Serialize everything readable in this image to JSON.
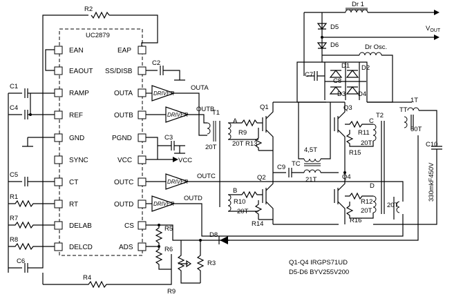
{
  "ic": {
    "name": "UC2879",
    "left_pins": [
      "EAN",
      "EAOUT",
      "RAMP",
      "REF",
      "GND",
      "SYNC",
      "CT",
      "RT",
      "DELAB",
      "DELCD"
    ],
    "right_pins": [
      "EAP",
      "SS/DISB",
      "OUTA",
      "OUTB",
      "PGND",
      "VCC",
      "OUTC",
      "OUTD",
      "CS",
      "ADS"
    ]
  },
  "drivers": {
    "label": "DRIVER",
    "outputs": [
      "OUTA",
      "OUTB",
      "OUTC",
      "OUTD"
    ]
  },
  "components": {
    "R2": "R2",
    "C1": "C1",
    "C4": "C4",
    "C5": "C5",
    "R1": "R1",
    "R7": "R7",
    "R8": "R8",
    "C6": "C6",
    "R4": "R4",
    "C2": "C2",
    "C3": "C3",
    "VCC": "VCC",
    "R5": "R5",
    "R6": "R6",
    "R3": "R3",
    "R9": "R9",
    "D8": "D8",
    "T1": "T1",
    "T1_turns": "20T",
    "A": "A",
    "B": "B",
    "C": "C",
    "D": "D",
    "R9b": "R9",
    "R13": "R13",
    "R10": "R10",
    "R14": "R14",
    "turns_20T": "20T",
    "Q1": "Q1",
    "Q2": "Q2",
    "Q3": "Q3",
    "Q4": "Q4",
    "C9": "C9",
    "TC": "TC",
    "TC_turns_top": "4,5T",
    "TC_turns_bot": "21T",
    "T2": "T2",
    "R11": "R11",
    "R15": "R15",
    "R12": "R12",
    "R16": "R16",
    "C7": "C7",
    "C8": "C8",
    "D1": "D1",
    "D2": "D2",
    "D3": "D3",
    "D4": "D4",
    "D5": "D5",
    "D6": "D6",
    "Dr1": "Dr 1",
    "DrOsc": "Dr Osc.",
    "VOUT": "V",
    "VOUT_sub": "OUT",
    "TT": "TT",
    "TT_1T": "1T",
    "TT_50T": "50T",
    "C10": "C10",
    "C10_value": "330mkF450V"
  },
  "notes": [
    "Q1-Q4   IRGPS71UD",
    "D5-D6   BYV255V200"
  ]
}
